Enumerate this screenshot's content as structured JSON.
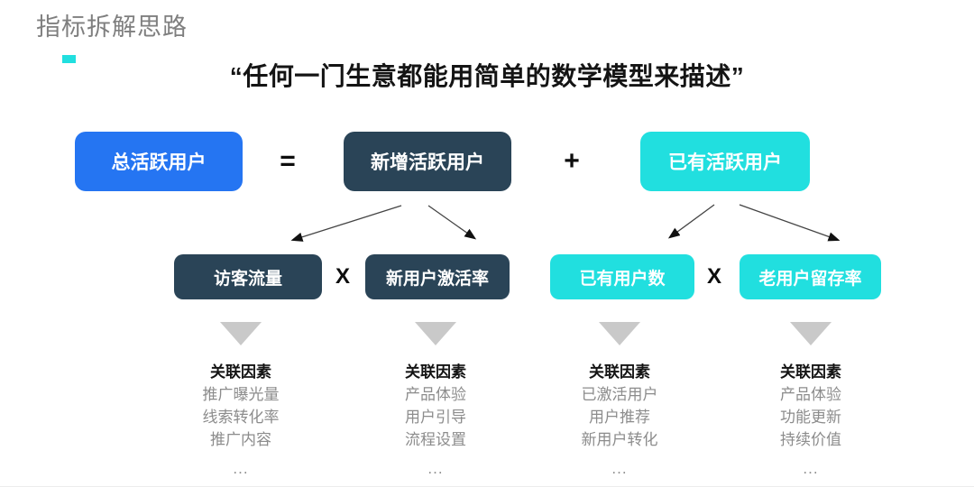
{
  "slide": {
    "title": "指标拆解思路",
    "quote": "“任何一门生意都能用简单的数学模型来描述”"
  },
  "operators": {
    "equals": "=",
    "plus": "+",
    "times_left": "X",
    "times_right": "X"
  },
  "equation_row": {
    "total_active_users": "总活跃用户",
    "new_active_users": "新增活跃用户",
    "existing_active_users": "已有活跃用户"
  },
  "factor_row": {
    "visitor_traffic": "访客流量",
    "new_user_activation_rate": "新用户激活率",
    "existing_user_count": "已有用户数",
    "old_user_retention_rate": "老用户留存率"
  },
  "factor_columns": [
    {
      "heading": "关联因素",
      "items": [
        "推广曝光量",
        "线索转化率",
        "推广内容"
      ],
      "more": "..."
    },
    {
      "heading": "关联因素",
      "items": [
        "产品体验",
        "用户引导",
        "流程设置"
      ],
      "more": "..."
    },
    {
      "heading": "关联因素",
      "items": [
        "已激活用户",
        "用户推荐",
        "新用户转化"
      ],
      "more": "..."
    },
    {
      "heading": "关联因素",
      "items": [
        "产品体验",
        "功能更新",
        "持续价值"
      ],
      "more": "..."
    }
  ],
  "colors": {
    "primary_blue": "#2575f2",
    "dark_slate": "#2a4457",
    "accent_cyan": "#21dfdf",
    "title_gray": "#7f7f7f",
    "muted_text_gray": "#8c8c8c",
    "triangle_gray": "#c9c9c9",
    "heading_black": "#141414"
  }
}
